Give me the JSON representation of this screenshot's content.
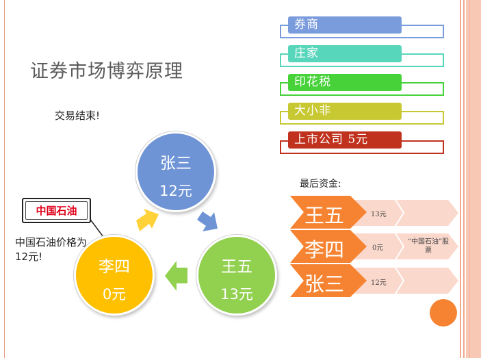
{
  "slide": {
    "title": "证券市场博弈原理",
    "trade_end": "交易结束!",
    "final_funds_label": "最后资金:"
  },
  "roles": [
    {
      "label": "券商",
      "color": "#7b9cdc"
    },
    {
      "label": "庄家",
      "color": "#58d6bc"
    },
    {
      "label": "印花税",
      "color": "#47d23a"
    },
    {
      "label": "大小非",
      "color": "#c8c833"
    },
    {
      "label": "上市公司   5元",
      "color": "#c0321e"
    }
  ],
  "players": [
    {
      "name": "张三",
      "amount": "12元",
      "color": "#6f94d6"
    },
    {
      "name": "王五",
      "amount": "13元",
      "color": "#92d050"
    },
    {
      "name": "李四",
      "amount": "0元",
      "color": "#ffc000"
    }
  ],
  "callout": {
    "label": "中国石油",
    "note": "中国石油价格为12元!"
  },
  "results": [
    {
      "name": "王五",
      "amount": "13元",
      "holding": ""
    },
    {
      "name": "李四",
      "amount": "0元",
      "holding": "“中国石油”股票"
    },
    {
      "name": "张三",
      "amount": "12元",
      "holding": ""
    }
  ],
  "colors": {
    "result_arrow": "#f68331",
    "result_band": "#fbd8cc",
    "accent_stripe": "#f9c8b4"
  }
}
